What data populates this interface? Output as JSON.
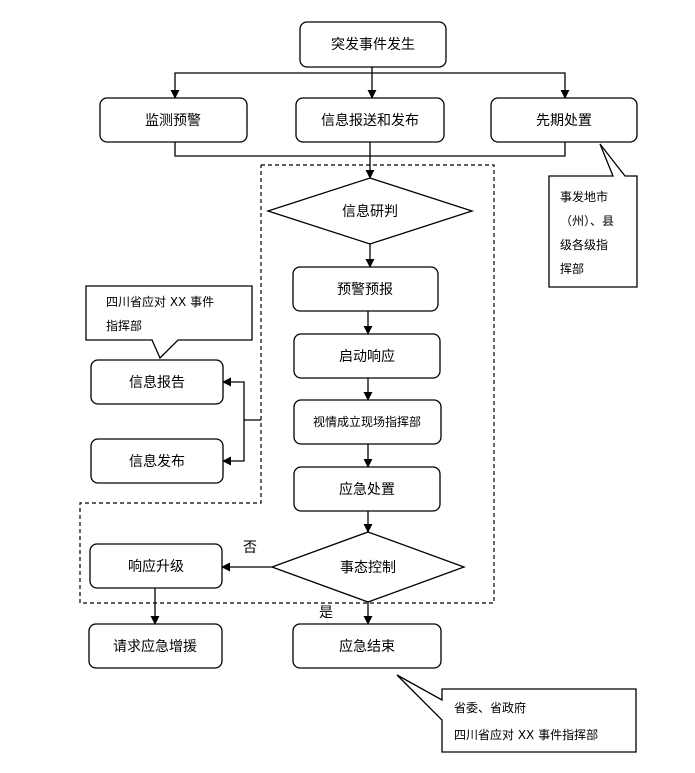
{
  "nodes": {
    "event_occurs": "突发事件发生",
    "monitor_warning": "监测预警",
    "info_report_publish": "信息报送和发布",
    "early_disposal": "先期处置",
    "info_judge": "信息研判",
    "warning_forecast": "预警预报",
    "start_response": "启动响应",
    "field_hq": "视情成立现场指挥部",
    "emergency_disposal": "应急处置",
    "event_control": "事态控制",
    "response_upgrade": "响应升级",
    "request_reinforcement": "请求应急增援",
    "emergency_end": "应急结束",
    "info_report": "信息报告",
    "info_publish": "信息发布"
  },
  "callouts": {
    "local_hq": [
      "事发地市",
      "（州）、县",
      "级各级指",
      "挥部"
    ],
    "province_hq": [
      "四川省应对 XX 事件",
      "指挥部"
    ],
    "end_hq": [
      "省委、省政府",
      "四川省应对 XX 事件指挥部"
    ]
  },
  "edge_labels": {
    "no": "否",
    "yes": "是"
  }
}
